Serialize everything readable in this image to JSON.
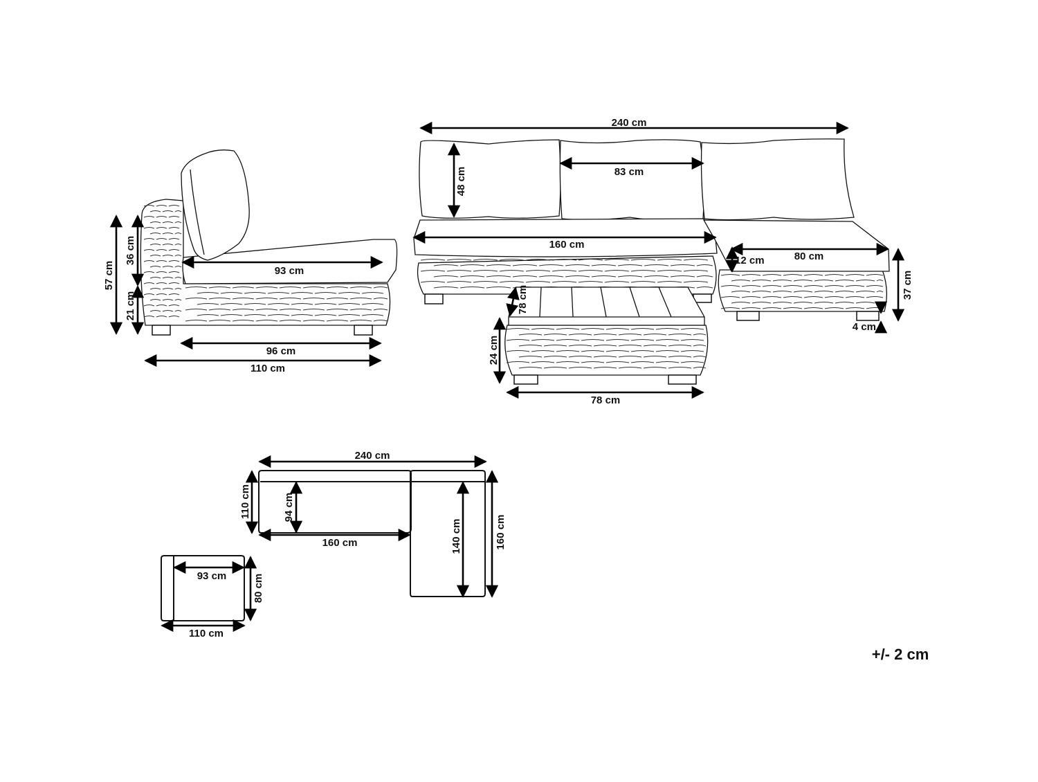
{
  "tolerance": "+/- 2 cm",
  "chair": {
    "height_total": "57 cm",
    "height_back": "36 cm",
    "height_seat": "21 cm",
    "seat_depth": "93 cm",
    "base_width": "96 cm",
    "total_width": "110 cm"
  },
  "sofa": {
    "total_width": "240 cm",
    "cushion_width": "83 cm",
    "back_height": "48 cm",
    "seat_width": "160 cm",
    "chaise_width": "80 cm",
    "cushion_thickness": "12 cm",
    "chaise_height": "37 cm",
    "leg_height": "4 cm"
  },
  "table": {
    "depth": "78 cm",
    "height": "24 cm",
    "width": "78 cm"
  },
  "plan": {
    "total_width": "240 cm",
    "sofa_depth": "110 cm",
    "seat_depth": "94 cm",
    "seat_width": "160 cm",
    "chaise_length": "140 cm",
    "chaise_total": "160 cm",
    "chair_seat": "93 cm",
    "chair_depth": "80 cm",
    "chair_width": "110 cm"
  }
}
